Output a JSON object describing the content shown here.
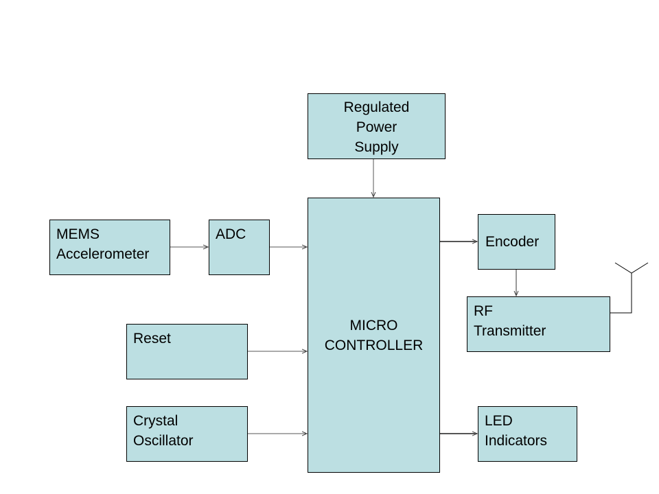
{
  "diagram": {
    "colors": {
      "box_fill": "#bcdfe2",
      "box_border": "#000000",
      "connector": "#555555"
    },
    "blocks": {
      "power_supply": {
        "lines": [
          "Regulated",
          "Power",
          "Supply"
        ]
      },
      "mems": {
        "lines": [
          "MEMS",
          "Accelerometer"
        ]
      },
      "adc": {
        "lines": [
          "ADC"
        ]
      },
      "microcontroller": {
        "lines": [
          "MICRO",
          "CONTROLLER"
        ]
      },
      "encoder": {
        "lines": [
          "Encoder"
        ]
      },
      "rf_transmitter": {
        "lines": [
          "RF",
          "Transmitter"
        ]
      },
      "reset": {
        "lines": [
          "Reset"
        ]
      },
      "crystal": {
        "lines": [
          "Crystal",
          "Oscillator"
        ]
      },
      "led": {
        "lines": [
          "LED",
          "Indicators"
        ]
      }
    },
    "connections": [
      {
        "from": "power_supply",
        "to": "microcontroller"
      },
      {
        "from": "mems",
        "to": "adc"
      },
      {
        "from": "adc",
        "to": "microcontroller"
      },
      {
        "from": "reset",
        "to": "microcontroller"
      },
      {
        "from": "crystal",
        "to": "microcontroller"
      },
      {
        "from": "microcontroller",
        "to": "encoder"
      },
      {
        "from": "encoder",
        "to": "rf_transmitter"
      },
      {
        "from": "microcontroller",
        "to": "led"
      },
      {
        "from": "rf_transmitter",
        "to": "antenna"
      }
    ]
  }
}
